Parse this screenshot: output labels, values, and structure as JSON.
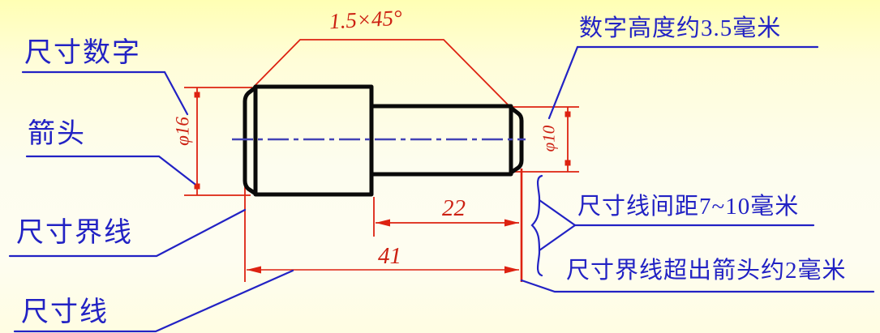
{
  "slide": {
    "callouts": {
      "dimension_number": "尺寸数字",
      "arrowhead": "箭头",
      "extension_line": "尺寸界线",
      "dimension_line": "尺寸线",
      "digit_height_note": "数字高度约3.5毫米",
      "line_spacing_note": "尺寸线间距7~10毫米",
      "extension_overshoot_note": "尺寸界线超出箭头约2毫米"
    },
    "dimension_values": {
      "chamfer": "1.5×45°",
      "large_diameter": "φ16",
      "small_diameter": "φ10",
      "small_cylinder_length": "22",
      "total_length": "41"
    },
    "colors": {
      "callout_blue": "#2222c4",
      "dimension_red": "#dd2211",
      "outline_black": "#0a0a0a",
      "centerline_blue": "#4343b6",
      "background_yellow": "#ffffb4"
    }
  }
}
